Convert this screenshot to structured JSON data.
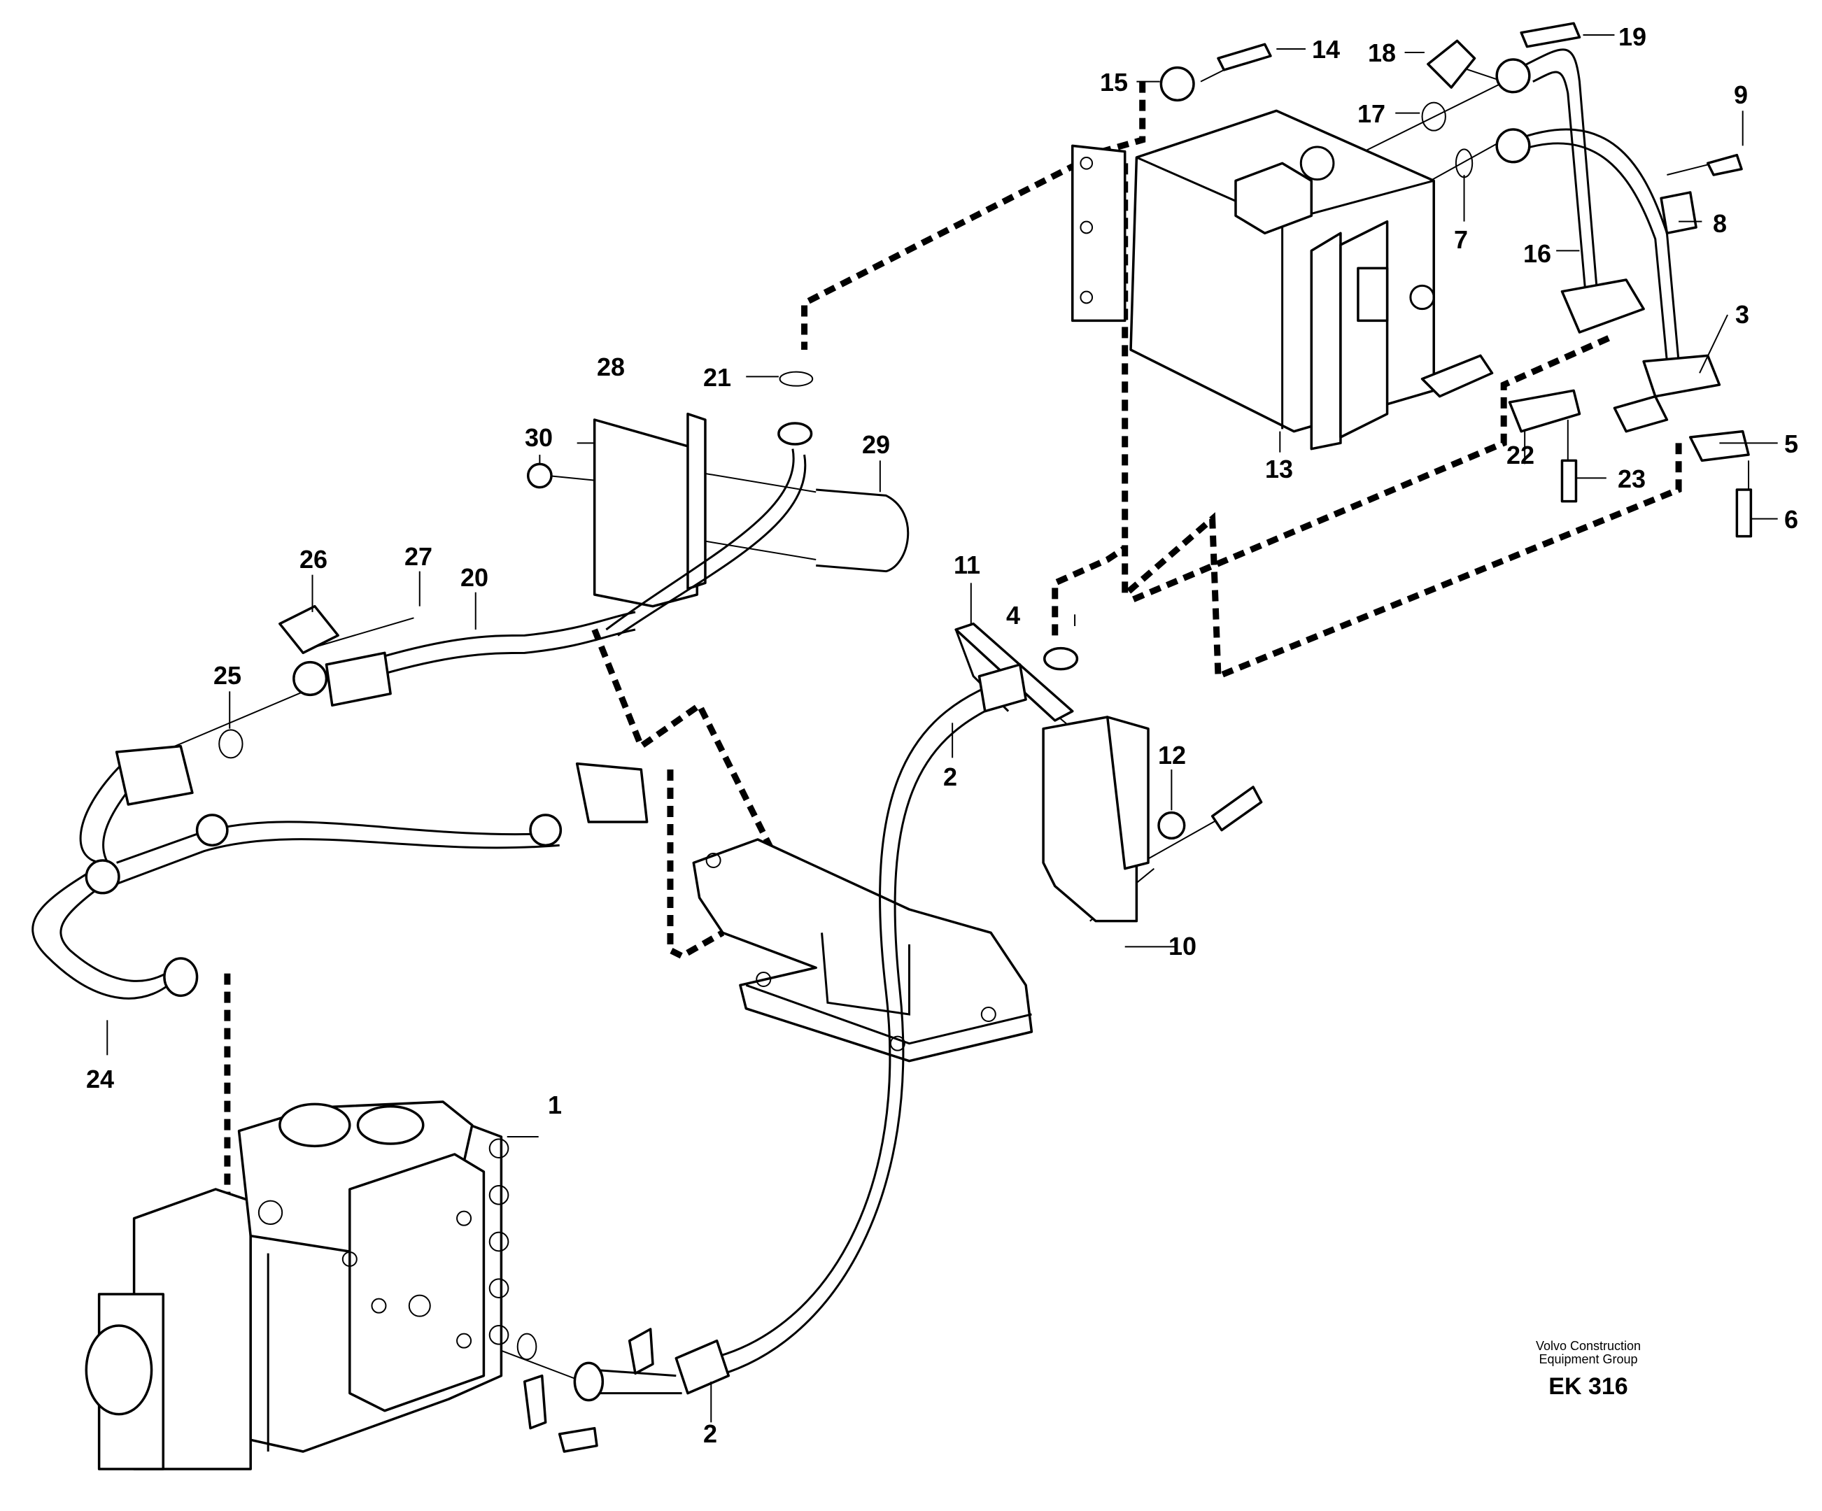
{
  "callouts": {
    "p1": "1",
    "p2a": "2",
    "p2b": "2",
    "p3": "3",
    "p4": "4",
    "p5": "5",
    "p6": "6",
    "p7": "7",
    "p8": "8",
    "p9": "9",
    "p10": "10",
    "p11": "11",
    "p12": "12",
    "p13": "13",
    "p14": "14",
    "p15": "15",
    "p16": "16",
    "p17": "17",
    "p18": "18",
    "p19": "19",
    "p20": "20",
    "p21": "21",
    "p22": "22",
    "p23": "23",
    "p24": "24",
    "p25": "25",
    "p26": "26",
    "p27": "27",
    "p28": "28",
    "p29": "29",
    "p30": "30"
  },
  "credit": {
    "line1": "Volvo Construction",
    "line2": "Equipment Group",
    "code": "EK 316"
  }
}
